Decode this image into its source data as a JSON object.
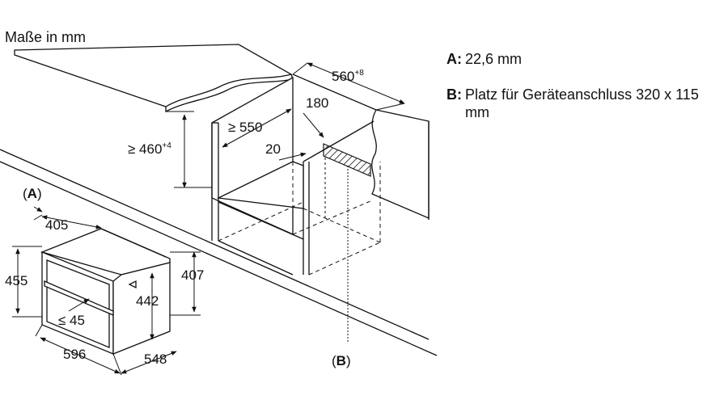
{
  "title": "Maße in mm",
  "legend": [
    {
      "key": "A:",
      "text": "22,6 mm"
    },
    {
      "key": "B:",
      "text": "Platz für Geräteanschluss 320 x 115 mm"
    }
  ],
  "dimensions": {
    "cabinet_depth": "560",
    "cabinet_depth_sup": "+8",
    "cabinet_height": "≥ 460",
    "cabinet_height_sup": "+4",
    "inner_depth": "≥ 550",
    "connection_width": "180",
    "gap": "20",
    "appliance_width_top": "405",
    "appliance_height": "455",
    "appliance_body_height": "442",
    "appliance_side_height": "407",
    "door_depth": "≤ 45",
    "appliance_width": "596",
    "appliance_depth": "548"
  },
  "markers": {
    "a": "(A)",
    "b": "(B)",
    "a_letter": "A",
    "b_letter": "B"
  },
  "colors": {
    "line": "#111111",
    "hatch": "#111111",
    "panel": "#ffffff"
  }
}
